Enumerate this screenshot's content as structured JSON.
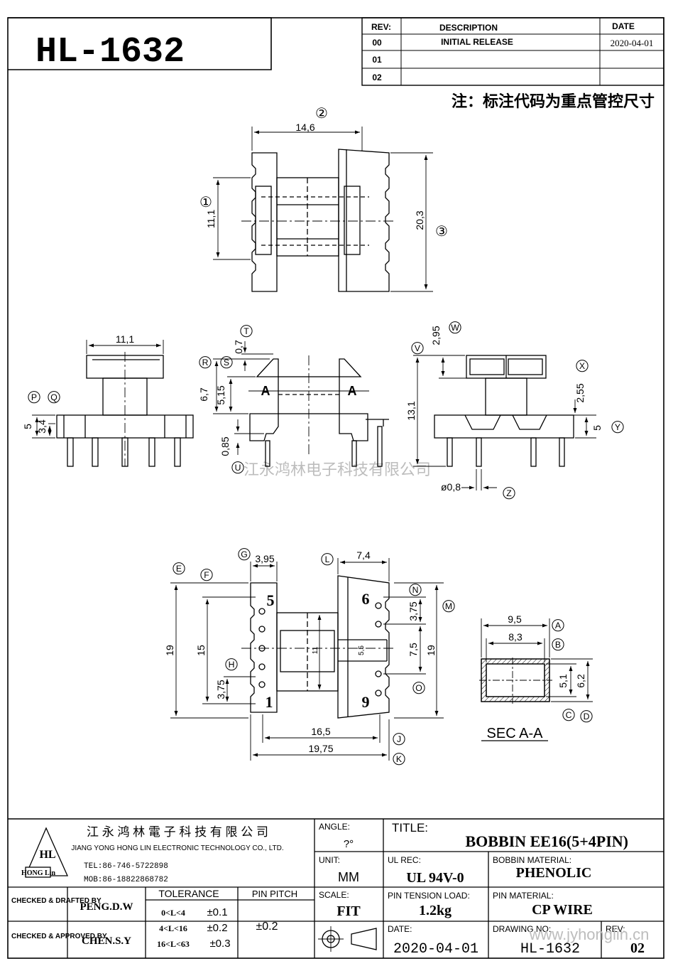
{
  "drawing_no": "HL-1632",
  "revision_table": {
    "headers": {
      "rev": "REV:",
      "description": "DESCRIPTION",
      "date": "DATE"
    },
    "rows": [
      {
        "rev": "00",
        "description": "INITIAL RELEASE",
        "date": "2020-04-01"
      },
      {
        "rev": "01",
        "description": "",
        "date": ""
      },
      {
        "rev": "02",
        "description": "",
        "date": ""
      }
    ]
  },
  "note": "注：标注代码为重点管控尺寸",
  "watermark": "江永鸿林电子科技有限公司",
  "views": {
    "top": {
      "width": "14,6",
      "height": "20,3",
      "inner": "11,1",
      "codes": [
        "②",
        "①",
        "③"
      ]
    },
    "front": {
      "width": "11,1",
      "base_h": "5",
      "base_h2": "3,4",
      "codes": [
        "P",
        "Q"
      ]
    },
    "side": {
      "d1": "0,7",
      "d2": "6,7",
      "d3": "5,15",
      "d4": "0,85",
      "section": "A",
      "codes": [
        "T",
        "R",
        "S",
        "U"
      ]
    },
    "back": {
      "d1": "2,95",
      "d2": "13,1",
      "d3": "2,55",
      "d4": "5",
      "pin": "ø0,8",
      "codes": [
        "W",
        "V",
        "X",
        "Y",
        "Z"
      ]
    },
    "bottom": {
      "d1": "3,95",
      "d2": "7,4",
      "d3": "19",
      "d4": "15",
      "d5": "3,75",
      "d6": "3,75",
      "d7": "7,5",
      "d8": "19",
      "d9": "16,5",
      "d10": "19,75",
      "d11": "11",
      "d12": "5,5",
      "pins": [
        "5",
        "6",
        "1",
        "9"
      ],
      "codes": [
        "E",
        "F",
        "G",
        "L",
        "N",
        "M",
        "H",
        "O",
        "J",
        "K"
      ]
    },
    "section": {
      "w1": "9,5",
      "w2": "8,3",
      "h1": "5,1",
      "h2": "6,2",
      "label": "SEC A-A",
      "codes": [
        "A",
        "B",
        "C",
        "D"
      ]
    }
  },
  "title_block": {
    "company_cn": "江 永 鸿 林 電 子 科 技 有 限 公 司",
    "company_en": "JIANG YONG HONG LIN ELECTRONIC TECHNOLOGY CO., LTD.",
    "logo_text": "HONG Lin",
    "logo_mark": "HL",
    "tel": "TEL:86-746-5722898",
    "mob": "MOB:86-18822868782",
    "angle_label": "ANGLE:",
    "angle_value": "?°",
    "title_label": "TITLE:",
    "title_value": "BOBBIN   EE16(5+4PIN)",
    "unit_label": "UNIT:",
    "unit_value": "MM",
    "ul_label": "UL REC:",
    "ul_value": "UL 94V-0",
    "bobbin_material_label": "BOBBIN MATERIAL:",
    "bobbin_material_value": "PHENOLIC",
    "checked_drafted_label": "CHECKED & DRAFTED BY",
    "checked_drafted_value": "PENG.D.W",
    "checked_approved_label": "CHECKED & APPROVED BY",
    "checked_approved_value": "CHEN.S.Y",
    "tolerance_label": "TOLERANCE",
    "tolerance_rows": [
      {
        "range": "0<L<4",
        "value": "±0.1"
      },
      {
        "range": "4<L<16",
        "value": "±0.2"
      },
      {
        "range": "16<L<63",
        "value": "±0.3"
      }
    ],
    "pin_pitch_label": "PIN PITCH",
    "pin_pitch_value": "±0.2",
    "scale_label": "SCALE:",
    "scale_value": "FIT",
    "pin_tension_label": "PIN TENSION LOAD:",
    "pin_tension_value": "1.2kg",
    "pin_material_label": "PIN MATERIAL:",
    "pin_material_value": "CP WIRE",
    "date_label": "DATE:",
    "date_value": "2020-04-01",
    "drawing_no_label": "DRAWING NO:",
    "drawing_no_value": "HL-1632",
    "rev_label": "REV:",
    "rev_value": "02"
  },
  "footer_watermark": "www.jyhonglin.cn"
}
